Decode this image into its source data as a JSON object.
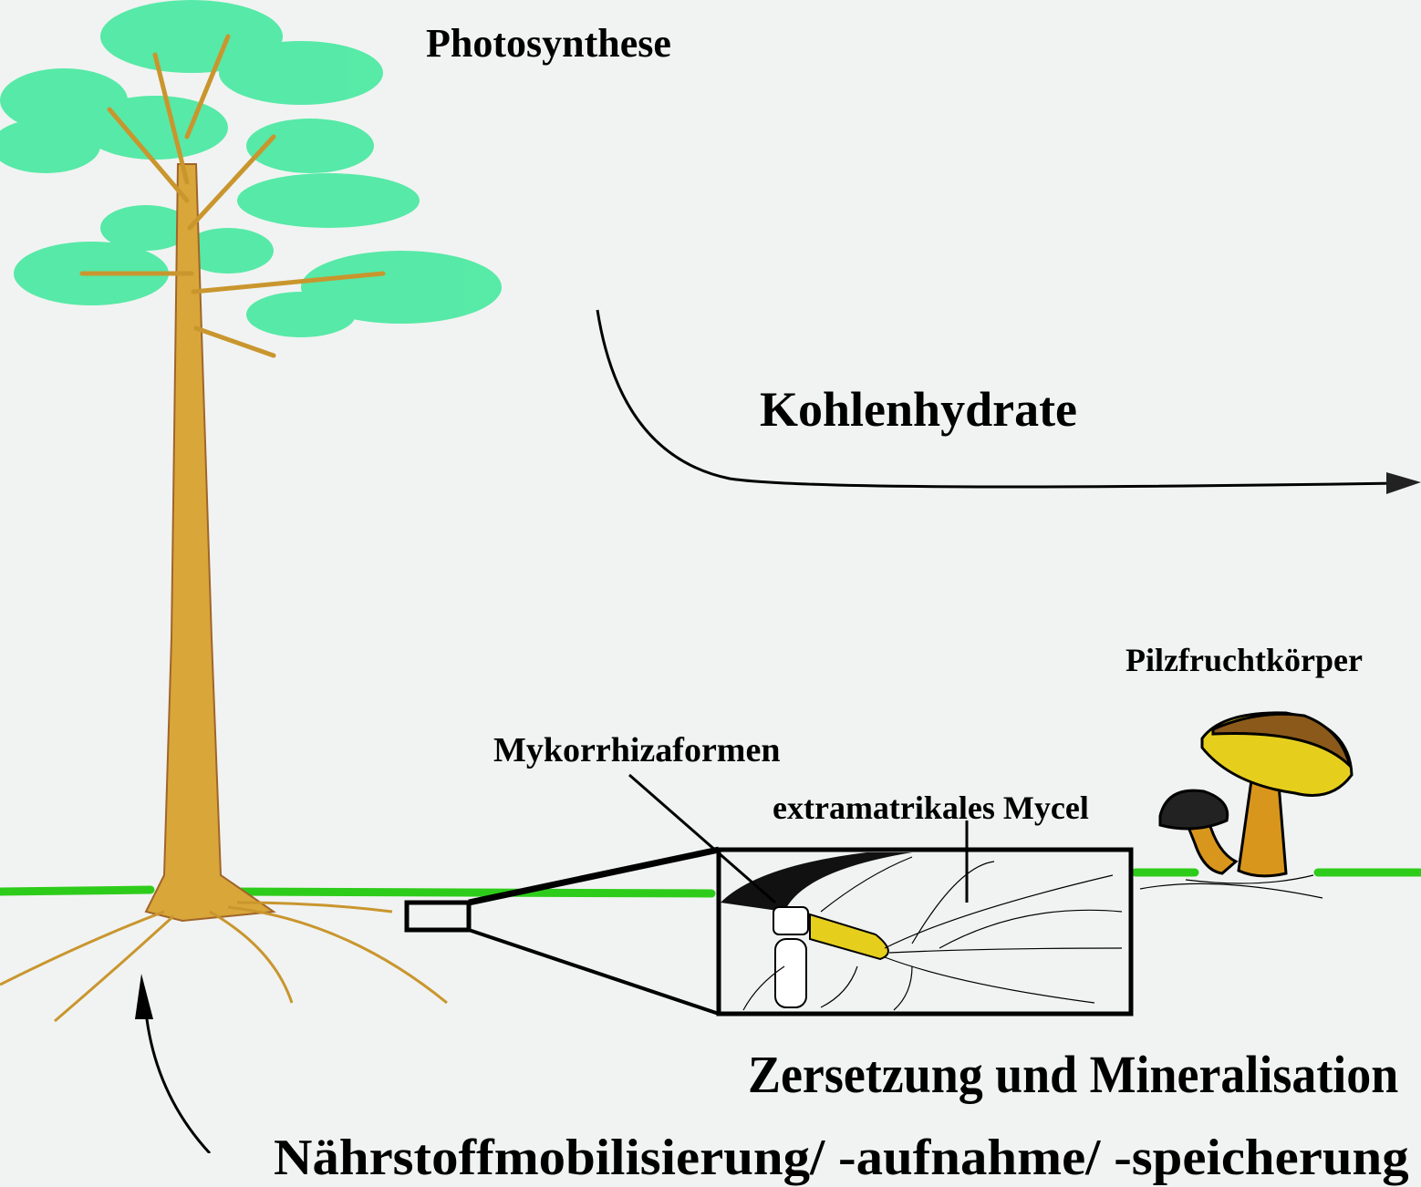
{
  "labels": {
    "photosynthese": "Photosynthese",
    "kohlenhydrate": "Kohlenhydrate",
    "pilzfruchtkoerper": "Pilzfruchtkörper",
    "mykorrhizaformen": "Mykorrhizaformen",
    "extramatrikales_mycel": "extramatrikales Mycel",
    "zersetzung": "Zersetzung und Mineralisation",
    "naehrstoff": "Nährstoffmobilisierung/ -aufnahme/ -speicherung"
  },
  "colors": {
    "background": "#f1f3f2",
    "ground_line": "#2ecc1a",
    "foliage": "#3de89a",
    "trunk": "#d9a63a",
    "mushroom_cap": "#e6cf1c",
    "mushroom_stem": "#d9961c"
  }
}
